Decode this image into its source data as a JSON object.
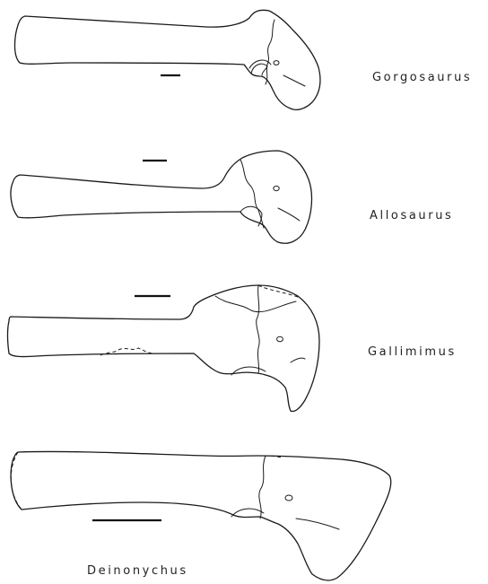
{
  "figure": {
    "specimens": [
      {
        "label": "Gorgosaurus"
      },
      {
        "label": "Allosaurus"
      },
      {
        "label": "Gallimimus"
      },
      {
        "label": "Deinonychus"
      }
    ]
  }
}
